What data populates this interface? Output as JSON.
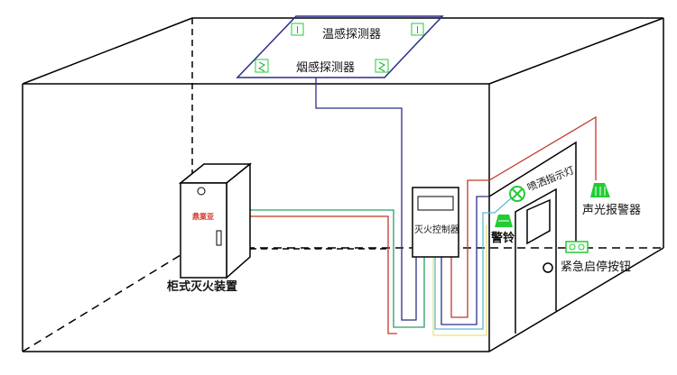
{
  "labels": {
    "temp_detector": "温感探测器",
    "smoke_detector": "烟感探测器",
    "cabinet": "柜式灭火装置",
    "cabinet_logo": "鼎業亚",
    "controller": "灭火控制器",
    "spray_light": "喷洒指示灯",
    "alarm_bell": "警铃",
    "sound_light_alarm": "声光报警器",
    "emergency_button": "紧急启停按钮"
  },
  "colors": {
    "device_green": "#22cc33",
    "wire_red": "#c0392b",
    "wire_blue": "#2c2c8c",
    "wire_green": "#2a9d6a",
    "wire_cyan": "#5fb8d8",
    "wire_yellow": "#e8e27a",
    "logo_red": "#d03020"
  }
}
